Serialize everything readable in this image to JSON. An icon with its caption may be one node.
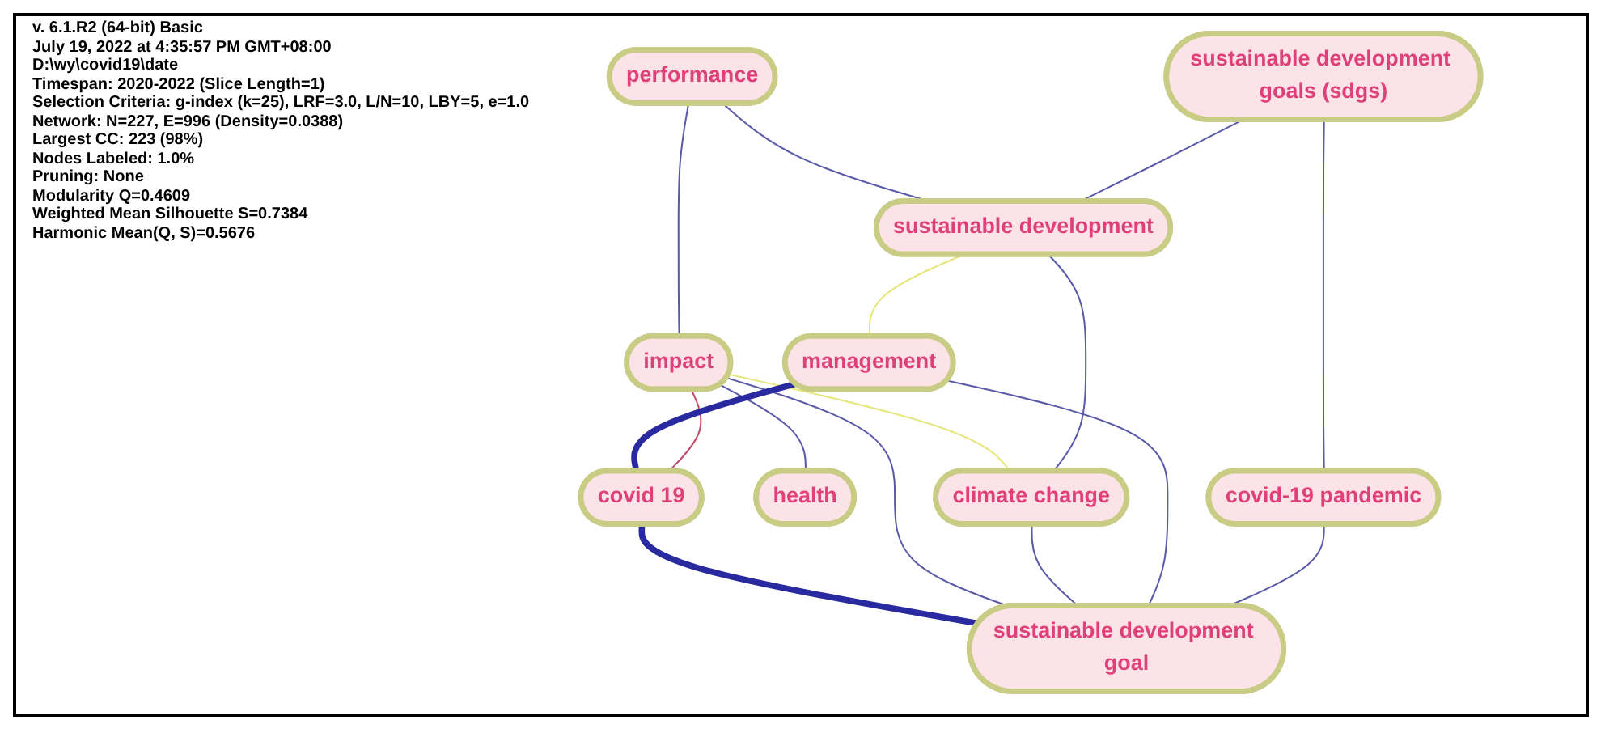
{
  "diagram": {
    "nodes": [
      {
        "text": [
          "sustainable development goals (sdgs)"
        ]
      },
      {
        "text": [
          "covid-19 pandemic"
        ]
      },
      {
        "text": [
          "sustainable development goal"
        ]
      },
      {
        "text": [
          "performance"
        ]
      },
      {
        "text": [
          "sustainable development"
        ]
      },
      {
        "text": [
          "impact"
        ]
      },
      {
        "text": [
          "health"
        ]
      },
      {
        "text": [
          "management"
        ]
      },
      {
        "text": [
          "climate change"
        ]
      },
      {
        "text": [
          "covid 19"
        ]
      }
    ],
    "edges": [
      {
        "from": 0,
        "to": 1,
        "arrow": "none"
      },
      {
        "from": 1,
        "to": 2,
        "arrow": "none"
      },
      {
        "from": 0,
        "to": 4,
        "arrow": "none"
      },
      {
        "from": 4,
        "to": 8,
        "arrow": "none"
      },
      {
        "from": 3,
        "to": 4,
        "arrow": "none"
      },
      {
        "from": 3,
        "to": 5,
        "arrow": "none"
      },
      {
        "from": 4,
        "to": 7,
        "arrow": "none",
        "color": "#e6e67a"
      },
      {
        "from": 7,
        "to": 2,
        "arrow": "none"
      },
      {
        "from": 8,
        "to": 2,
        "arrow": "none"
      },
      {
        "from": 5,
        "to": 2,
        "arrow": "none"
      },
      {
        "from": 9,
        "to": 2,
        "arrow": "none",
        "style": "thick",
        "color": "#2a2aa0"
      },
      {
        "from": 5,
        "to": 6,
        "arrow": "none"
      },
      {
        "from": 5,
        "to": 8,
        "arrow": "none",
        "color": "#e6e67a"
      },
      {
        "from": 5,
        "to": 9,
        "arrow": "none",
        "color": "#c04a6a"
      },
      {
        "from": 7,
        "to": 9,
        "arrow": "none",
        "style": "thick",
        "color": "#2a2aa0"
      }
    ],
    "labels": [
      "v. 6.1.R2 (64-bit) Basic",
      "July 19, 2022 at 4:35:57 PM GMT+08:00",
      "D:\\wy\\covid19\\date",
      "Timespan: 2020-2022 (Slice Length=1)",
      "Selection Criteria: g-index (k=25), LRF=3.0, L/N=10, LBY=5, e=1.0",
      "Network: N=227, E=996 (Density=0.0388)",
      "Largest CC: 223 (98%)",
      "Nodes Labeled: 1.0%",
      "Pruning: None",
      "Modularity Q=0.4609",
      "Weighted Mean Silhouette S=0.7384",
      "Harmonic Mean(Q, S)=0.5676"
    ]
  }
}
